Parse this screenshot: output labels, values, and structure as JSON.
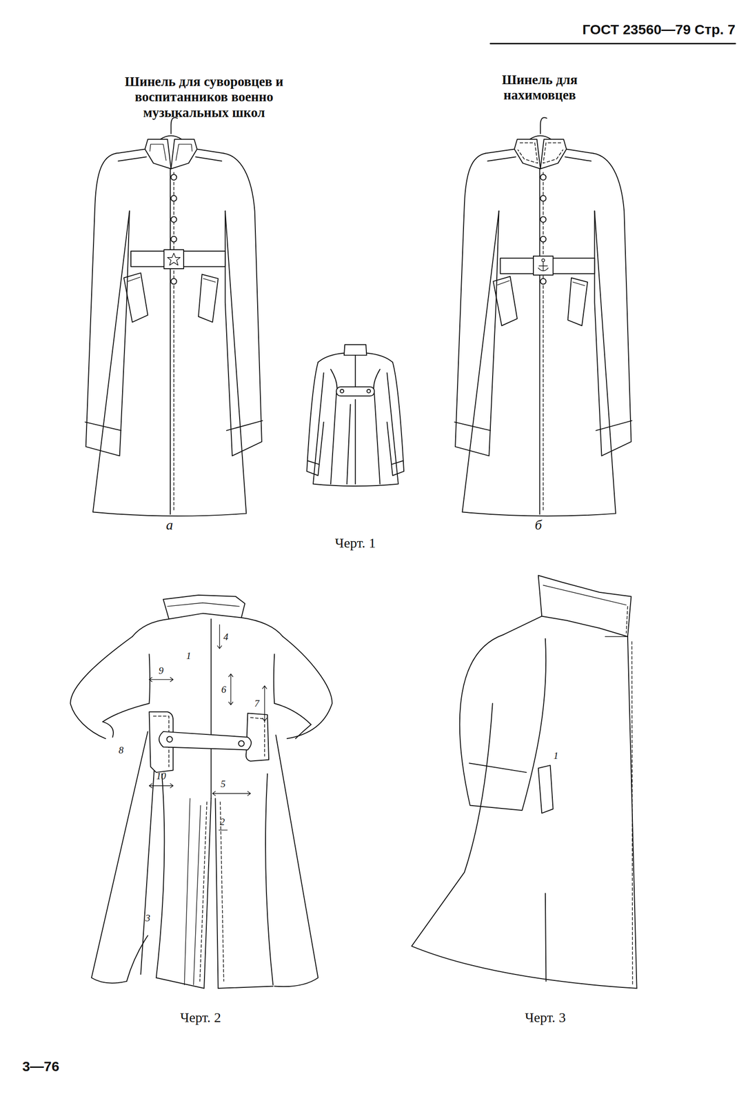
{
  "diagram": {
    "labels": [
      "ГОСТ 23560—79 Стр. 7",
      "Шинель для суворовцев и воспитанников военно музыкальных школ",
      "Шинель для нахимовцев",
      "а",
      "Черт. 1",
      "б",
      "Черт. 2",
      "Черт. 3",
      "3—76",
      "1",
      "2",
      "3",
      "4",
      "5",
      "6",
      "7",
      "8",
      "9",
      "10",
      "1"
    ]
  }
}
